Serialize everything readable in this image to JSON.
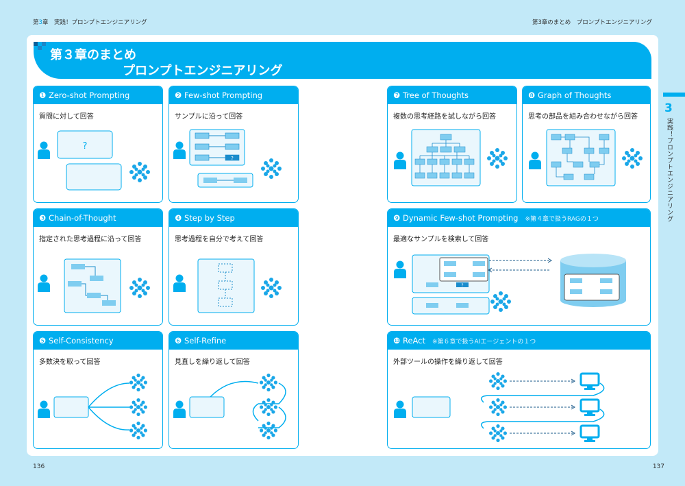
{
  "running_header": {
    "left_prefix": "第",
    "left_num": "3",
    "left_rest": "章　実践！プロンプトエンジニアリング",
    "right": "第3章のまとめ　プロンプトエンジニアリング"
  },
  "banner": {
    "title1": "第３章のまとめ",
    "title2": "プロンプトエンジニアリング"
  },
  "cards": [
    {
      "title": "❶ Zero-shot Prompting",
      "desc": "質問に対して回答",
      "glyph": "?"
    },
    {
      "title": "❷ Few-shot Prompting",
      "desc": "サンプルに沿って回答",
      "glyph": "?"
    },
    {
      "title": "❸ Chain-of-Thought",
      "desc": "指定された思考過程に沿って回答"
    },
    {
      "title": "❹ Step by Step",
      "desc": "思考過程を自分で考えて回答"
    },
    {
      "title": "❺ Self-Consistency",
      "desc": "多数決を取って回答"
    },
    {
      "title": "❻ Self-Refine",
      "desc": "見直しを繰り返して回答"
    },
    {
      "title": "❼ Tree of Thoughts",
      "desc": "複数の思考経路を試しながら回答"
    },
    {
      "title": "❽ Graph of Thoughts",
      "desc": "思考の部品を組み合わせながら回答"
    },
    {
      "title": "❾ Dynamic Few-shot Prompting",
      "note": "※第４章で扱うRAGの１つ",
      "desc": "最適なサンプルを検索して回答",
      "glyph": "?"
    },
    {
      "title": "❿ ReAct",
      "note": "※第６章で扱うAIエージェントの１つ",
      "desc": "外部ツールの操作を繰り返して回答"
    }
  ],
  "side_tab": {
    "number": "3",
    "label": "実践！プロンプトエンジニアリング"
  },
  "page_numbers": {
    "left": "136",
    "right": "137"
  },
  "colors": {
    "accent": "#00aeef",
    "background": "#c2e9f8",
    "box": "#7fcdf0"
  }
}
